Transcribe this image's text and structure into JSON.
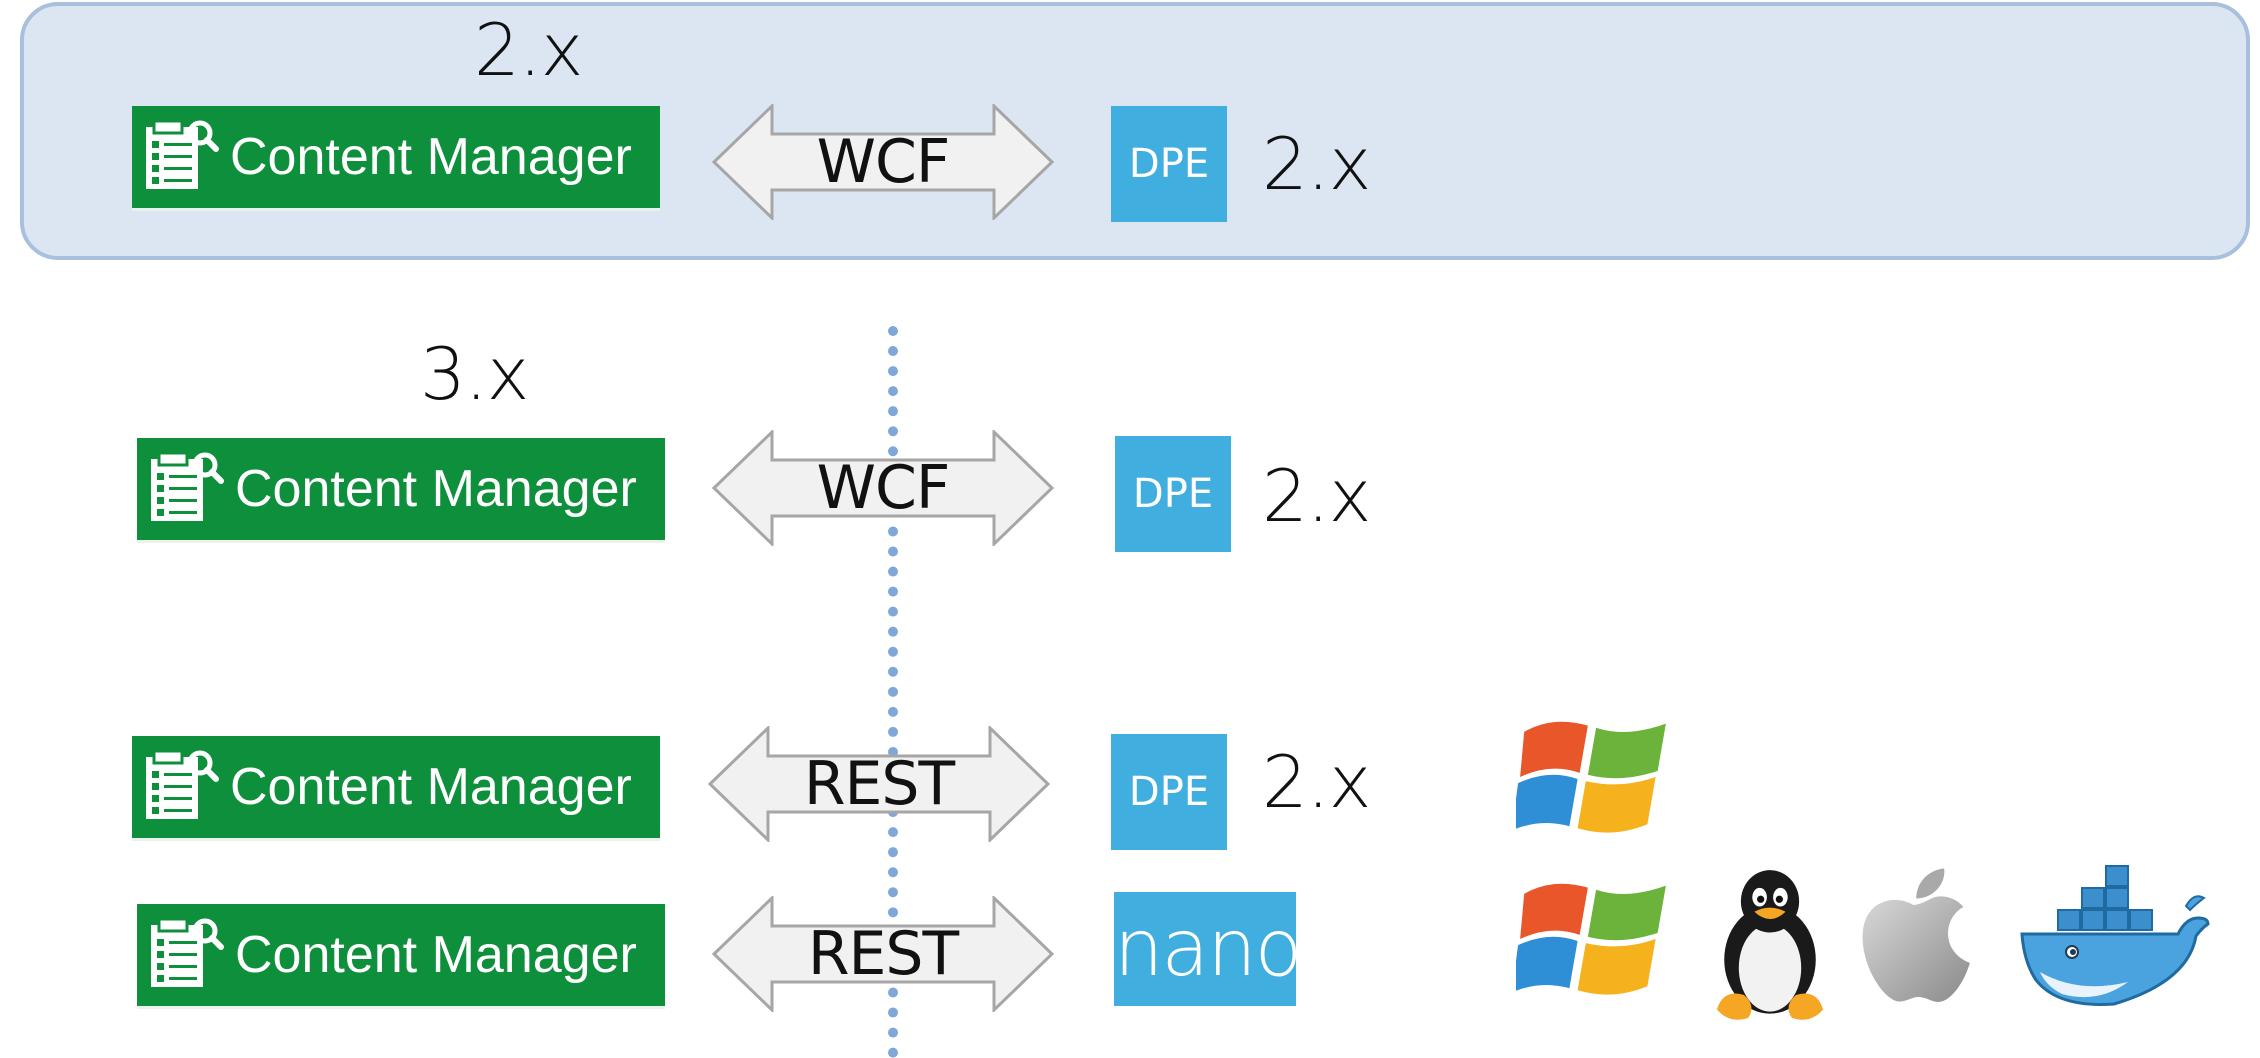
{
  "colors": {
    "panel_fill": "#dce6f2",
    "panel_border": "#a9c0dd",
    "content_manager_green": "#0e8f3c",
    "dpe_blue": "#41aee0",
    "arrow_fill": "#f1f1f1",
    "arrow_stroke": "#a6a6a6",
    "divider": "#7fa8d8"
  },
  "rows": [
    {
      "client_version": "2.x",
      "client_label": "Content Manager",
      "protocol": "WCF",
      "server_label": "DPE",
      "server_version": "2.x",
      "highlighted": true
    },
    {
      "client_version": "3.x",
      "client_label": "Content Manager",
      "protocol": "WCF",
      "server_label": "DPE",
      "server_version": "2.x"
    },
    {
      "client_label": "Content Manager",
      "protocol": "REST",
      "server_label": "DPE",
      "server_version": "2.x",
      "platform_icons": [
        "windows-icon"
      ]
    },
    {
      "client_label": "Content Manager",
      "protocol": "REST",
      "server_label": "nano",
      "platform_icons": [
        "windows-icon",
        "linux-icon",
        "apple-icon",
        "docker-icon"
      ]
    }
  ]
}
